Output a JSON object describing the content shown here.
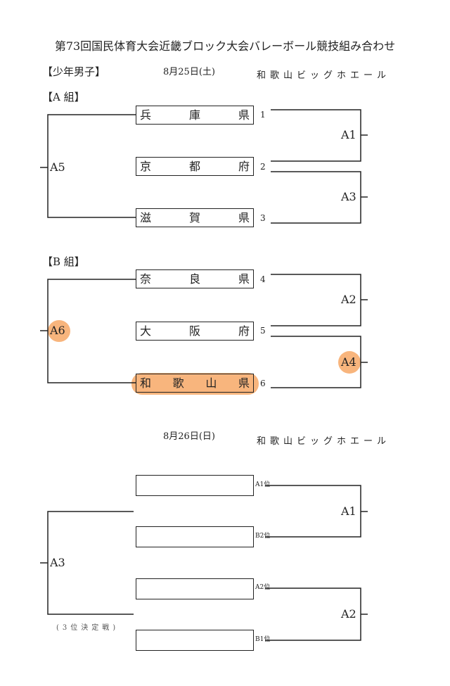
{
  "title": "第73回国民体育大会近畿ブロック大会バレーボール競技組み合わせ",
  "category": "【少年男子】",
  "day1": {
    "date": "8月25日(土)",
    "venue": "和歌山ビッグホエール",
    "group_a": {
      "label": "【A 組】",
      "teams": [
        {
          "name": "兵庫県",
          "num": "1"
        },
        {
          "name": "京都府",
          "num": "2"
        },
        {
          "name": "滋賀県",
          "num": "3"
        }
      ],
      "matches": [
        "A1",
        "A3",
        "A5"
      ]
    },
    "group_b": {
      "label": "【B 組】",
      "teams": [
        {
          "name": "奈良県",
          "num": "4"
        },
        {
          "name": "大阪府",
          "num": "5"
        },
        {
          "name": "和歌山県",
          "num": "6"
        }
      ],
      "matches": [
        "A2",
        "A4",
        "A6"
      ]
    }
  },
  "day2": {
    "date": "8月26日(日)",
    "venue": "和歌山ビッグホエール",
    "slots": [
      "A1位",
      "B2位",
      "A2位",
      "B1位"
    ],
    "matches": [
      "A1",
      "A2",
      "A3"
    ],
    "third_place_note": "(3位決定戦)"
  },
  "highlight_color": "#f5a05a"
}
